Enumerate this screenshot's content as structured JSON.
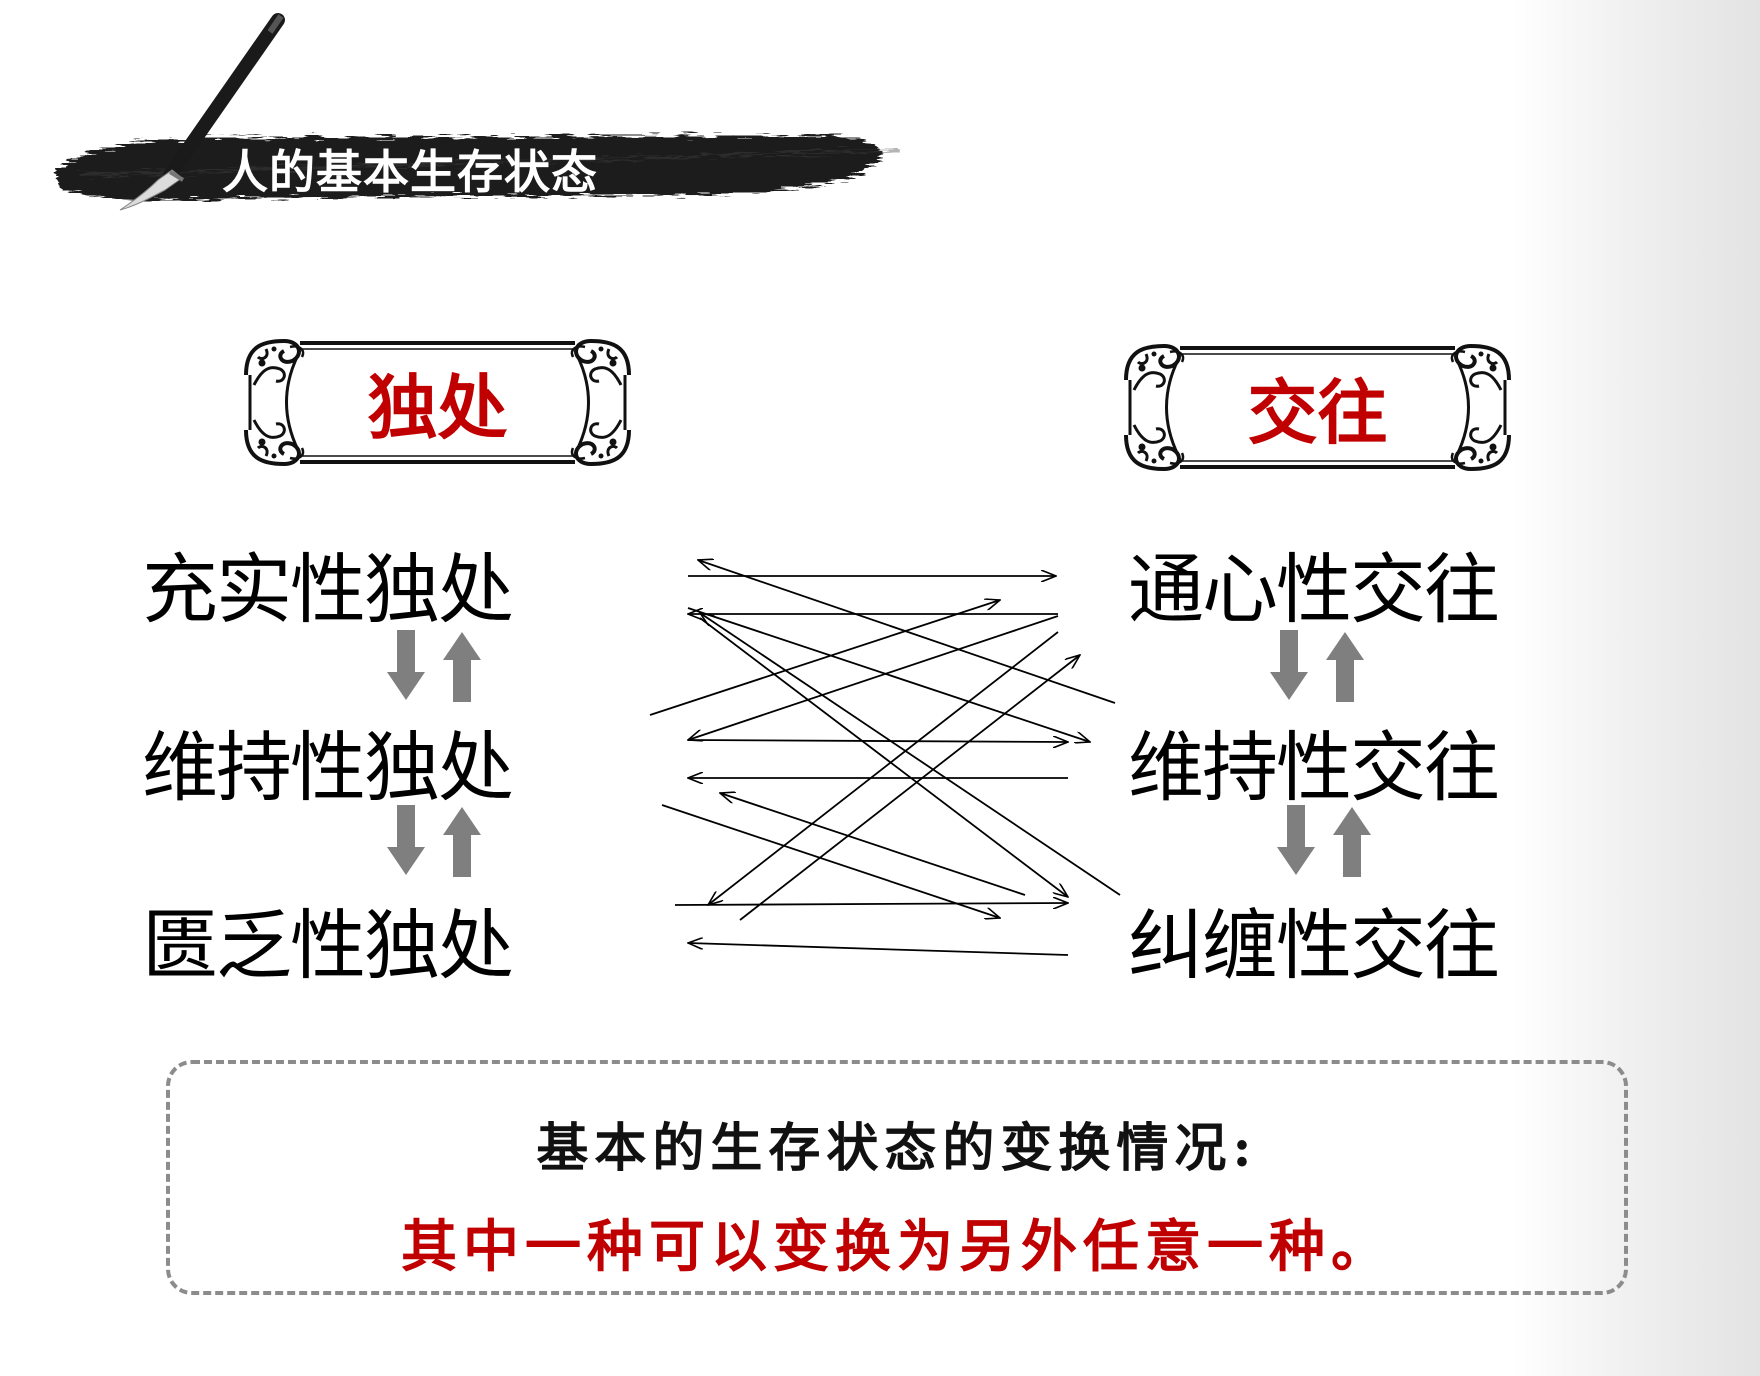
{
  "title": "人的基本生存状态",
  "solitude": {
    "heading": "独处",
    "states": [
      "充实性独处",
      "维持性独处",
      "匮乏性独处"
    ]
  },
  "interaction": {
    "heading": "交往",
    "states": [
      "通心性交往",
      "维持性交往",
      "纠缠性交往"
    ]
  },
  "note": {
    "line1": "基本的生存状态的变换情况:",
    "line2": "其中一种可以变换为另外任意一种。"
  },
  "colors": {
    "accent_red": "#c00000",
    "arrow_gray": "#7f7f7f",
    "ink_black": "#111111"
  },
  "icons": {
    "updown": "gray-down-up-arrows-icon",
    "frame": "ornate-scroll-frame",
    "brush": "calligraphy-brush-icon"
  }
}
